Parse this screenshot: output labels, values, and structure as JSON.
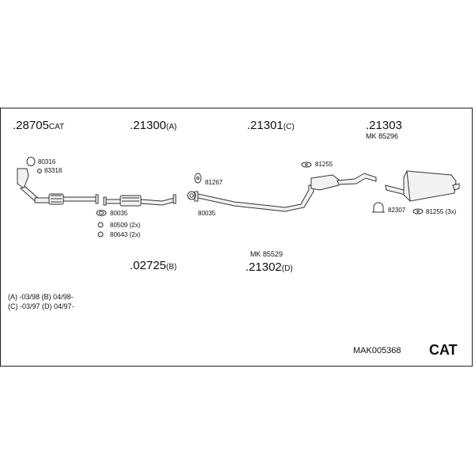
{
  "parts": {
    "p1": {
      "main": ".28705",
      "suffix": "CAT"
    },
    "p2": {
      "main": ".21300",
      "suffix": "(A)"
    },
    "p3": {
      "main": ".21301",
      "suffix": "(C)"
    },
    "p4": {
      "main": ".21303",
      "suffix": ""
    },
    "p5": {
      "main": ".02725",
      "suffix": "(B)"
    },
    "p6": {
      "main": ".21302",
      "suffix": "(D)"
    }
  },
  "small_labels": {
    "mk_85296": "MK 85296",
    "mk_85529": "MK 85529",
    "n80316": "80316",
    "n83318": "83318",
    "n80035_a": "80035",
    "n80509": "80509 (2x)",
    "n80643": "80643 (2x)",
    "n81267": "81267",
    "n80035_b": "80035",
    "n81255": "81255",
    "n82307": "82307",
    "n81255_3x": "81255 (3x)"
  },
  "legend": {
    "line1": "(A) -03/98 (B) 04/98-",
    "line2": "(C) -03/97 (D) 04/97-"
  },
  "code": "MAK005368",
  "cat": "CAT"
}
